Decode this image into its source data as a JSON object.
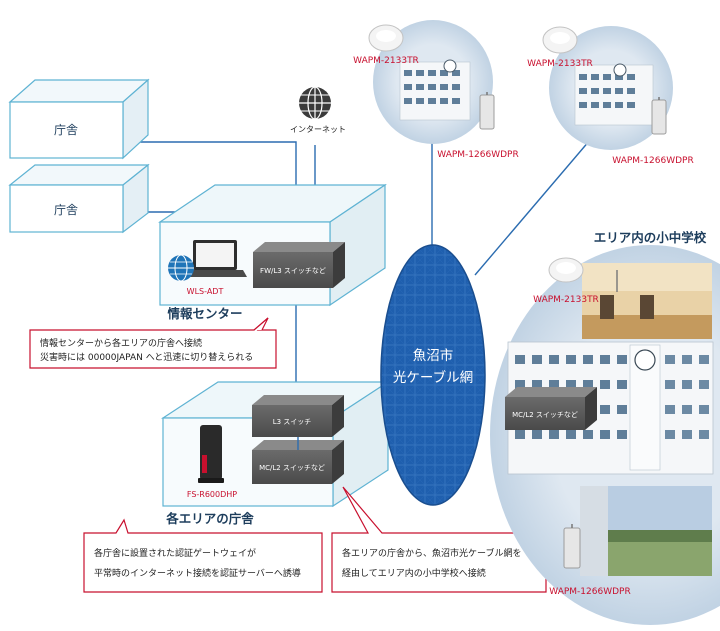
{
  "offices": [
    {
      "label": "庁舎"
    },
    {
      "label": "庁舎"
    }
  ],
  "internet": {
    "label": "インターネット",
    "icon": "globe-icon"
  },
  "info_center": {
    "heading": "情報センター",
    "switch_label": "FW/L3 スイッチなど",
    "laptop_label": "WLS-ADT",
    "callout": [
      "情報センターから各エリアの庁舎へ接続",
      "災害時には 00000JAPAN へと迅速に切り替えられる"
    ]
  },
  "area_office": {
    "heading": "各エリアの庁舎",
    "l3_label": "L3 スイッチ",
    "mc_label": "MC/L2 スイッチなど",
    "router_label": "FS-R600DHP",
    "callout_left": [
      "各庁舎に設置された認証ゲートウェイが",
      "平常時のインターネット接続を認証サーバーへ誘導"
    ],
    "callout_right": [
      "各エリアの庁舎から、魚沼市光ケーブル網を",
      "経由してエリア内の小中学校へ接続"
    ]
  },
  "network": {
    "lines": [
      "魚沼市",
      "光ケーブル網"
    ]
  },
  "schools_top": [
    {
      "ap_label": "WAPM-2133TR",
      "outdoor_label": "WAPM-1266WDPR"
    },
    {
      "ap_label": "WAPM-2133TR",
      "outdoor_label": "WAPM-1266WDPR"
    }
  ],
  "schools_area": {
    "heading": "エリア内の小中学校",
    "ap_label": "WAPM-2133TR",
    "switch_label": "MC/L2 スイッチなど",
    "outdoor_label": "WAPM-1266WDPR"
  },
  "colors": {
    "accent": "#c8102e",
    "navy": "#1d3d5c",
    "network_blue": "#1f5fae",
    "line_blue": "#2b6cb0"
  }
}
